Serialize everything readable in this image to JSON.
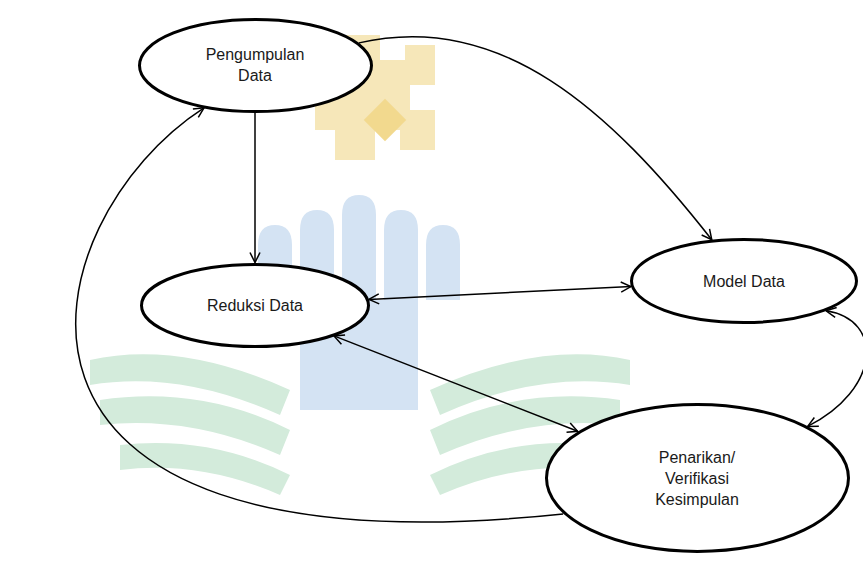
{
  "diagram": {
    "nodes": [
      {
        "text": [
          "Pengumpulan Data"
        ]
      },
      {
        "text": [
          "Reduksi Data"
        ]
      },
      {
        "text": [
          "Model Data"
        ]
      },
      {
        "text": [
          "Penarikan/ Verifikasi Kesimpulan"
        ]
      }
    ],
    "edges": [
      {
        "from": 0,
        "to": 2,
        "arrow": "to"
      },
      {
        "from": 0,
        "to": 1,
        "arrow": "to"
      },
      {
        "from": 1,
        "to": 2,
        "arrow": "both"
      },
      {
        "from": 1,
        "to": 3,
        "arrow": "both"
      },
      {
        "from": 2,
        "to": 3,
        "arrow": "both"
      },
      {
        "from": 3,
        "to": 0,
        "arrow": "to"
      }
    ]
  }
}
